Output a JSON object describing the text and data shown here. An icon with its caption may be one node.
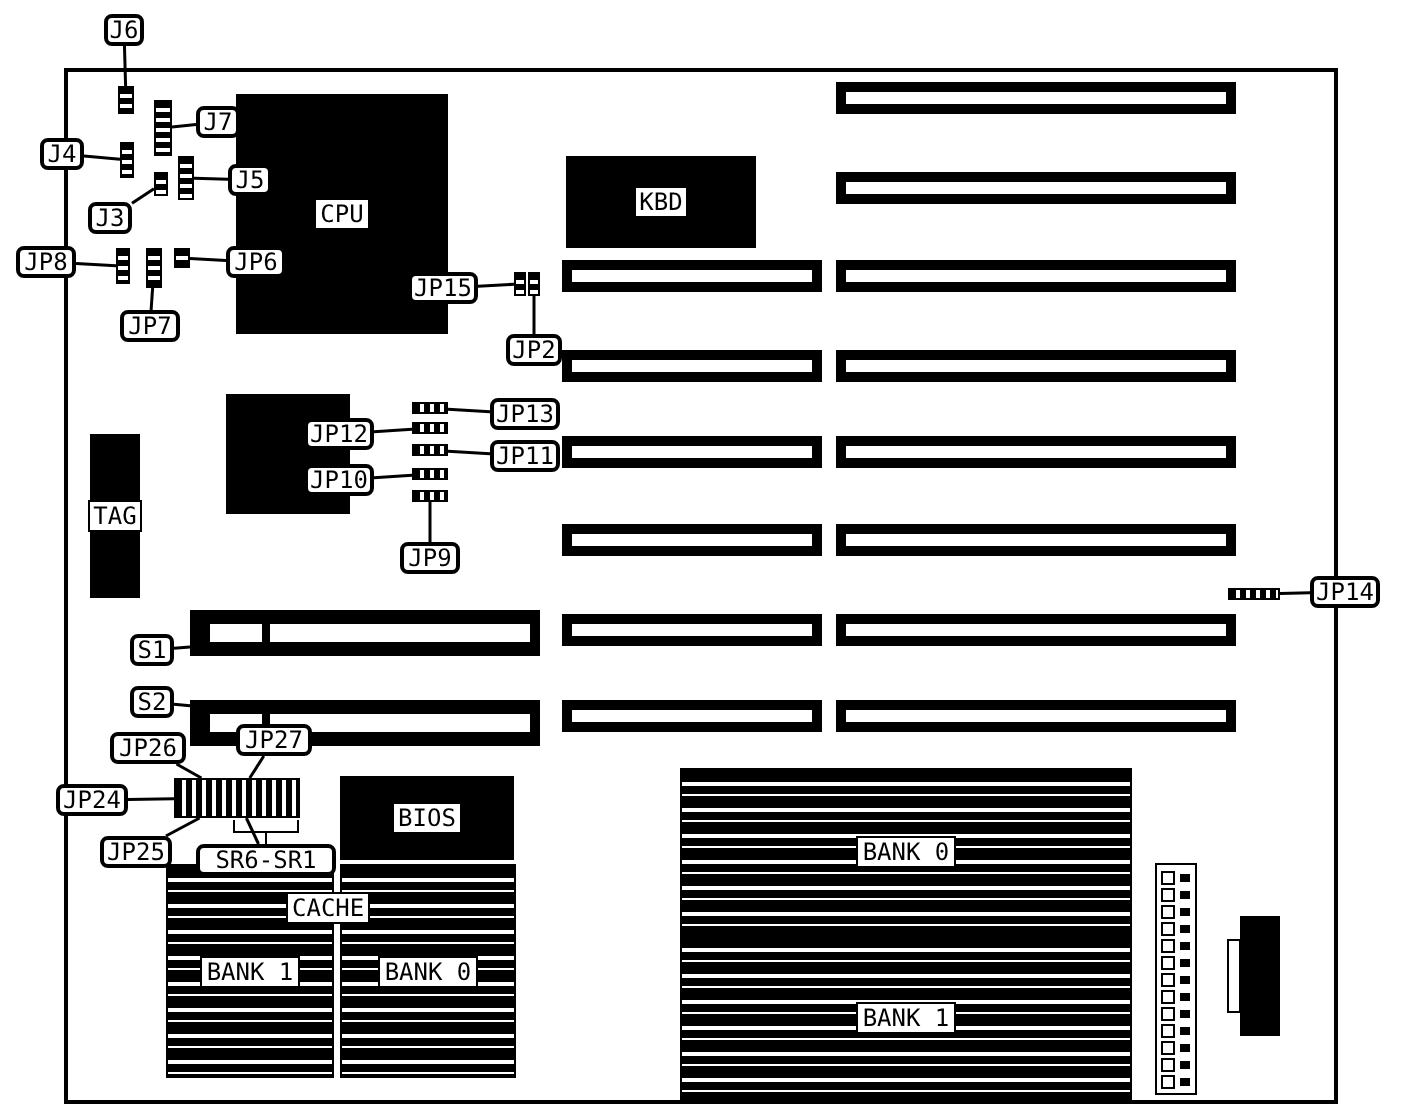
{
  "diagram": {
    "nodes": [
      {
        "text": [
          "CPU"
        ]
      },
      {
        "text": [
          "KBD"
        ]
      },
      {
        "text": [
          "TAG"
        ]
      },
      {
        "text": [
          "BIOS"
        ]
      },
      {
        "text": [
          "BANK 1"
        ]
      },
      {
        "text": [
          "BANK 0"
        ]
      },
      {
        "text": [
          "BANK 0"
        ]
      },
      {
        "text": [
          "BANK 1"
        ]
      },
      {
        "text": [],
        "shape": "box"
      },
      {
        "text": [],
        "shape": "box"
      },
      {
        "text": [],
        "shape": "box"
      },
      {
        "text": [],
        "shape": "box"
      },
      {
        "text": [],
        "shape": "box"
      },
      {
        "text": [],
        "shape": "box"
      },
      {
        "text": [],
        "shape": "box"
      },
      {
        "text": [],
        "shape": "box"
      },
      {
        "text": [],
        "shape": "box"
      },
      {
        "text": [],
        "shape": "box"
      },
      {
        "text": [],
        "shape": "box"
      },
      {
        "text": [],
        "shape": "box"
      },
      {
        "text": [],
        "shape": "box"
      },
      {
        "text": [],
        "shape": "box"
      },
      {
        "text": [],
        "shape": "box"
      },
      {
        "text": [],
        "shape": "box"
      },
      {
        "text": [],
        "shape": "bar"
      },
      {
        "text": [],
        "shape": "bar"
      },
      {
        "text": [],
        "shape": "box"
      },
      {
        "text": [
          "J6"
        ]
      },
      {
        "text": [
          "J7"
        ]
      },
      {
        "text": [
          "J4"
        ]
      },
      {
        "text": [
          "J5"
        ]
      },
      {
        "text": [
          "J3"
        ]
      },
      {
        "text": [
          "JP8"
        ]
      },
      {
        "text": [
          "JP6"
        ]
      },
      {
        "text": [
          "JP7"
        ]
      },
      {
        "text": [
          "JP15"
        ]
      },
      {
        "text": [
          "JP2"
        ]
      },
      {
        "text": [
          "JP13"
        ]
      },
      {
        "text": [
          "JP12"
        ]
      },
      {
        "text": [
          "JP11"
        ]
      },
      {
        "text": [
          "JP10"
        ]
      },
      {
        "text": [
          "JP9"
        ]
      },
      {
        "text": [
          "JP14"
        ]
      },
      {
        "text": [
          "S1"
        ]
      },
      {
        "text": [
          "S2"
        ]
      },
      {
        "text": [
          "JP26"
        ]
      },
      {
        "text": [
          "JP27"
        ]
      },
      {
        "text": [
          "JP24"
        ]
      },
      {
        "text": [
          "JP25"
        ]
      },
      {
        "text": [
          "SR6-SR1"
        ]
      }
    ],
    "edges": [
      {
        "from": 27,
        "to": 8,
        "arrow": "none"
      },
      {
        "from": 28,
        "to": 9,
        "arrow": "none"
      },
      {
        "from": 29,
        "to": 10,
        "arrow": "none"
      },
      {
        "from": 30,
        "to": 11,
        "arrow": "none"
      },
      {
        "from": 31,
        "to": 12,
        "arrow": "none"
      },
      {
        "from": 32,
        "to": 13,
        "arrow": "none"
      },
      {
        "from": 33,
        "to": 14,
        "arrow": "none"
      },
      {
        "from": 34,
        "to": 15,
        "arrow": "none"
      },
      {
        "from": 35,
        "to": 16,
        "arrow": "none"
      },
      {
        "from": 36,
        "to": 17,
        "arrow": "none"
      },
      {
        "from": 37,
        "to": 18,
        "arrow": "none"
      },
      {
        "from": 38,
        "to": 19,
        "arrow": "none"
      },
      {
        "from": 39,
        "to": 20,
        "arrow": "none"
      },
      {
        "from": 40,
        "to": 21,
        "arrow": "none"
      },
      {
        "from": 41,
        "to": 22,
        "arrow": "none"
      },
      {
        "from": 42,
        "to": 23,
        "arrow": "none"
      },
      {
        "from": 43,
        "to": 24,
        "arrow": "none"
      },
      {
        "from": 44,
        "to": 25,
        "arrow": "none"
      },
      {
        "from": 45,
        "to": 26,
        "arrow": "none"
      },
      {
        "from": 46,
        "to": 26,
        "arrow": "none"
      },
      {
        "from": 47,
        "to": 26,
        "arrow": "none"
      },
      {
        "from": 48,
        "to": 26,
        "arrow": "none"
      },
      {
        "from": 49,
        "to": 26,
        "arrow": "none"
      }
    ],
    "labels": [
      "CACHE"
    ]
  }
}
